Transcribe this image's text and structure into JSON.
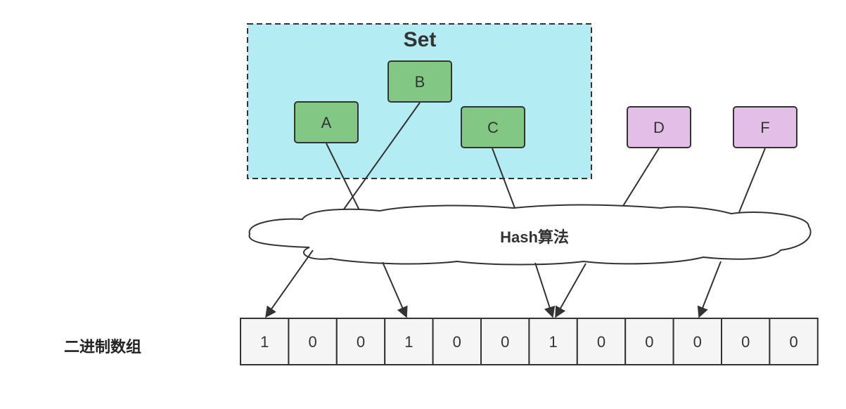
{
  "set_container": {
    "title": "Set",
    "fill": "#b3ecf2",
    "stroke": "#333333"
  },
  "nodes": [
    {
      "id": "A",
      "label": "A",
      "in_set": true
    },
    {
      "id": "B",
      "label": "B",
      "in_set": true
    },
    {
      "id": "C",
      "label": "C",
      "in_set": true
    },
    {
      "id": "D",
      "label": "D",
      "in_set": false
    },
    {
      "id": "F",
      "label": "F",
      "in_set": false
    }
  ],
  "colors": {
    "set_node_fill": "#82c784",
    "other_node_fill": "#e3bfe8",
    "stroke": "#333333",
    "cell_fill": "#f5f5f5"
  },
  "hash": {
    "label": "Hash算法"
  },
  "bit_array": {
    "label": "二进制数组",
    "cells": [
      "1",
      "0",
      "0",
      "1",
      "0",
      "0",
      "1",
      "0",
      "0",
      "0",
      "0",
      "0"
    ]
  }
}
